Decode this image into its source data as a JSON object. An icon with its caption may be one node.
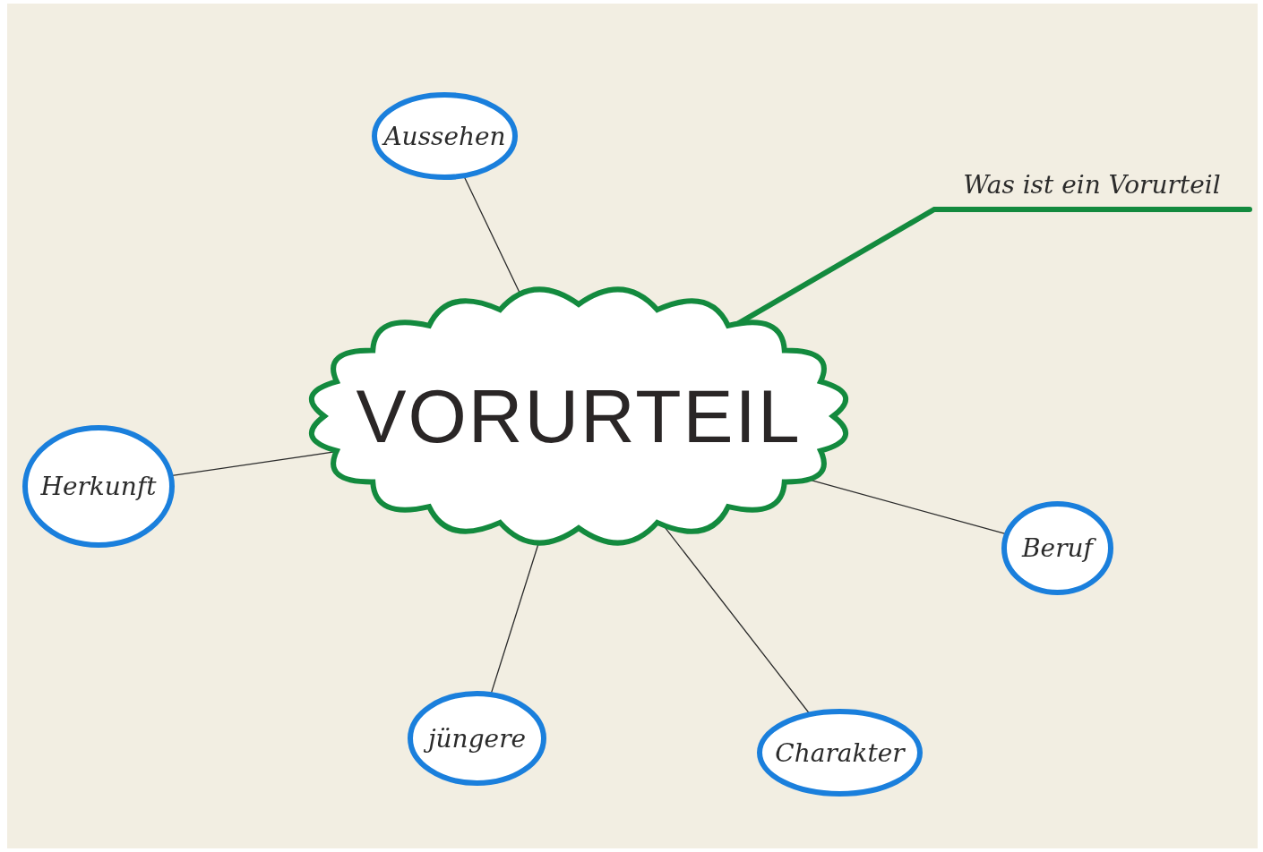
{
  "diagram": {
    "nodes": [
      {
        "text": [
          "VORURTEIL"
        ]
      },
      {
        "text": [
          "Aussehen"
        ]
      },
      {
        "text": [
          "Was ist ein Vorurteil"
        ]
      },
      {
        "text": [
          "Herkunft"
        ]
      },
      {
        "text": [
          "Beruf"
        ]
      },
      {
        "text": [
          "jüngere"
        ]
      },
      {
        "text": [
          "Charakter"
        ]
      }
    ],
    "edges": [
      {
        "from": 0,
        "to": 1,
        "arrow": "none"
      },
      {
        "from": 0,
        "to": 2,
        "arrow": "none",
        "style": "thick",
        "color": "#138a3e"
      },
      {
        "from": 0,
        "to": 3,
        "arrow": "none"
      },
      {
        "from": 0,
        "to": 4,
        "arrow": "none"
      },
      {
        "from": 0,
        "to": 5,
        "arrow": "none"
      },
      {
        "from": 0,
        "to": 6,
        "arrow": "none"
      }
    ]
  }
}
